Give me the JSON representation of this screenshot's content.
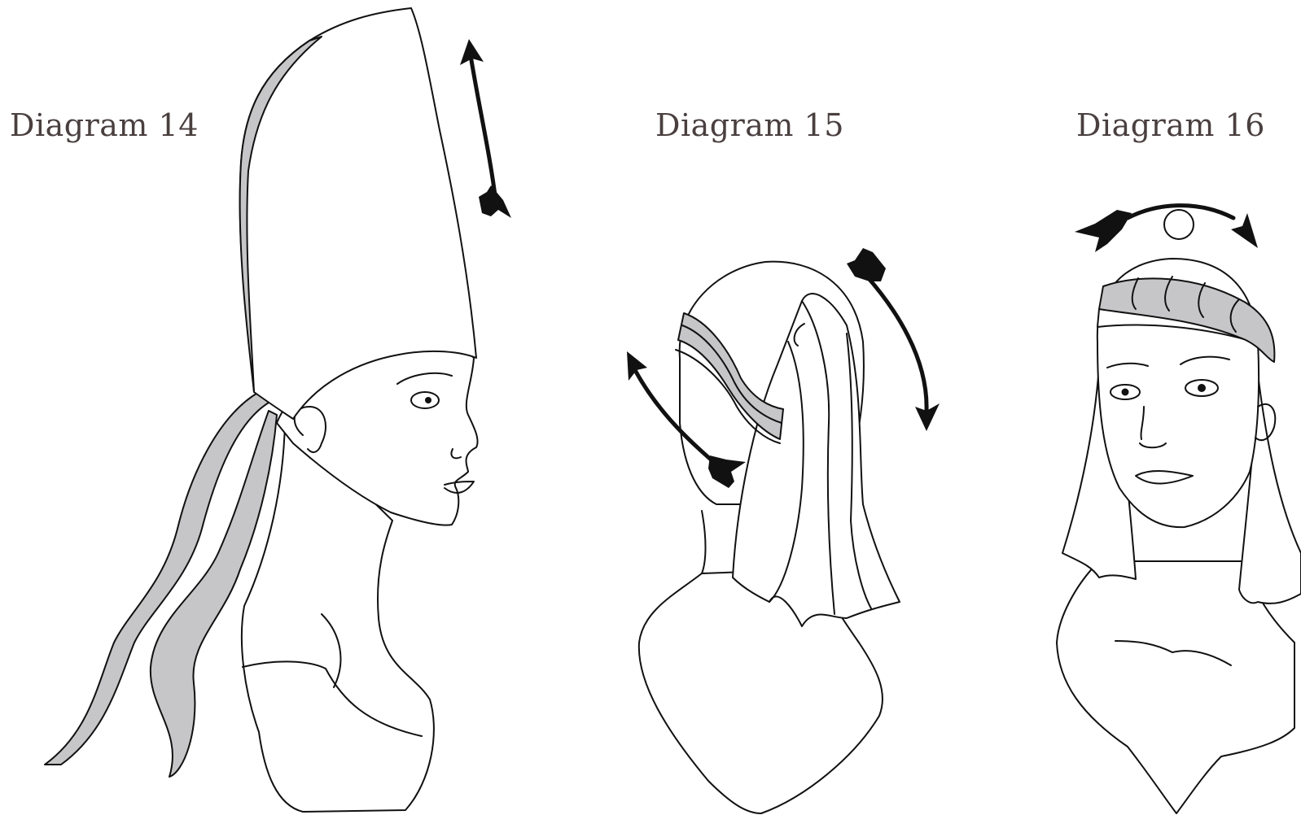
{
  "diagrams": [
    {
      "label": "Diagram 14",
      "figure": "tall-wrapped-headdress-profile"
    },
    {
      "label": "Diagram 15",
      "figure": "scarf-wrapping-back-view"
    },
    {
      "label": "Diagram 16",
      "figure": "twisted-band-front-view"
    }
  ],
  "colors": {
    "caption": "#4a3f3f",
    "line": "#111111",
    "fabric_accent": "#c6c6c8",
    "background": "#ffffff"
  }
}
